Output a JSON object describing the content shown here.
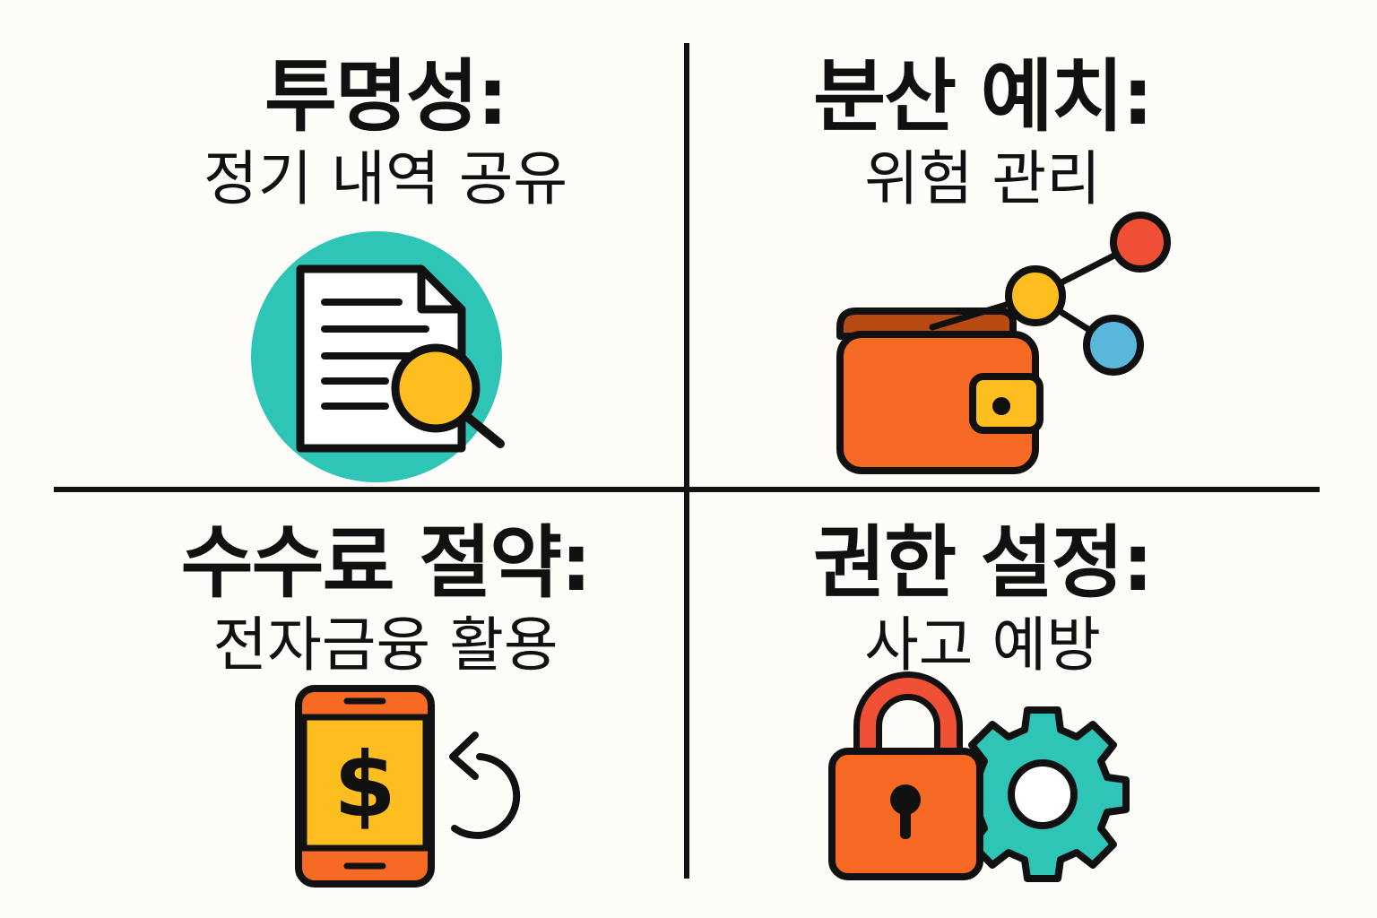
{
  "quadrants": [
    {
      "title": "투명성:",
      "subtitle": "정기 내역 공유",
      "icon": "document-search-icon"
    },
    {
      "title": "분산 예치:",
      "subtitle": "위험 관리",
      "icon": "wallet-network-icon"
    },
    {
      "title": "수수료 절약:",
      "subtitle": "전자금융 활용",
      "icon": "phone-dollar-icon"
    },
    {
      "title": "권한 설정:",
      "subtitle": "사고 예방",
      "icon": "lock-gear-icon"
    }
  ],
  "colors": {
    "teal": "#2ec4b6",
    "yellow": "#ffbe1f",
    "orange": "#f66a23",
    "red": "#f05033",
    "blue": "#5ab7dc",
    "outline": "#111111"
  }
}
